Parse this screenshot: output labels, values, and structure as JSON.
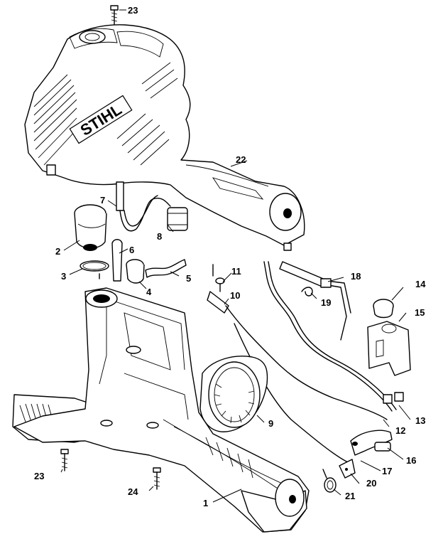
{
  "logo": {
    "text": "STIHL"
  },
  "callouts": [
    {
      "id": "p1",
      "label": "1"
    },
    {
      "id": "p2",
      "label": "2"
    },
    {
      "id": "p3",
      "label": "3"
    },
    {
      "id": "p4",
      "label": "4"
    },
    {
      "id": "p5",
      "label": "5"
    },
    {
      "id": "p6",
      "label": "6"
    },
    {
      "id": "p7",
      "label": "7"
    },
    {
      "id": "p8",
      "label": "8"
    },
    {
      "id": "p9",
      "label": "9"
    },
    {
      "id": "p10",
      "label": "10"
    },
    {
      "id": "p11",
      "label": "11"
    },
    {
      "id": "p12",
      "label": "12"
    },
    {
      "id": "p13",
      "label": "13"
    },
    {
      "id": "p14",
      "label": "14"
    },
    {
      "id": "p15",
      "label": "15"
    },
    {
      "id": "p16",
      "label": "16"
    },
    {
      "id": "p17",
      "label": "17"
    },
    {
      "id": "p18",
      "label": "18"
    },
    {
      "id": "p19",
      "label": "19"
    },
    {
      "id": "p20",
      "label": "20"
    },
    {
      "id": "p21",
      "label": "21"
    },
    {
      "id": "p22",
      "label": "22"
    },
    {
      "id": "p23a",
      "label": "23"
    },
    {
      "id": "p23b",
      "label": "23"
    },
    {
      "id": "p24",
      "label": "24"
    }
  ]
}
